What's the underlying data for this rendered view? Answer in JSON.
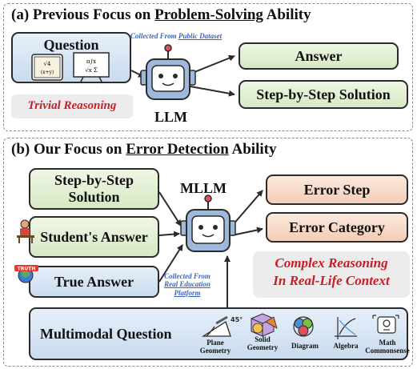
{
  "top": {
    "title_prefix": "(a) Previous Focus on ",
    "title_underlined": "Problem-Solving",
    "title_suffix": " Ability",
    "question_label": "Question",
    "note_prefix": "Collected From ",
    "note_link": "Public Dataset",
    "trivial_label": "Trivial Reasoning",
    "model_label": "LLM",
    "outputs": [
      "Answer",
      "Step-by-Step Solution"
    ]
  },
  "bottom": {
    "title_prefix": "(b) Our Focus on ",
    "title_underlined": "Error Detection",
    "title_suffix": " Ability",
    "inputs": [
      "Step-by-Step Solution",
      "Student's Answer",
      "True Answer"
    ],
    "truth_badge": "TRUTH",
    "model_label": "MLLM",
    "outputs": [
      "Error Step",
      "Error Category"
    ],
    "complex_line1": "Complex Reasoning",
    "complex_line2": "In Real-Life Context",
    "note_line1": "Collected From",
    "note_line2": "Real Education",
    "note_line3": "Platform",
    "mm_question": "Multimodal Question",
    "categories": [
      {
        "label_line1": "Plane",
        "label_line2": "Geometry",
        "icon": "plane-geometry-icon"
      },
      {
        "label_line1": "Solid",
        "label_line2": "Geometry",
        "icon": "solid-geometry-icon"
      },
      {
        "label_line1": "Diagram",
        "label_line2": "",
        "icon": "diagram-icon"
      },
      {
        "label_line1": "Algebra",
        "label_line2": "",
        "icon": "algebra-icon"
      },
      {
        "label_line1": "Math",
        "label_line2": "Commonsense",
        "icon": "math-commonsense-icon"
      }
    ],
    "angle_label": "45°"
  },
  "colors": {
    "green": "#d6e9c4",
    "peach": "#f3cdb6",
    "blue": "#c9dbef",
    "robot_blue": "#9fb9dc",
    "red_text": "#c81d25",
    "note_blue": "#3b66b8"
  }
}
